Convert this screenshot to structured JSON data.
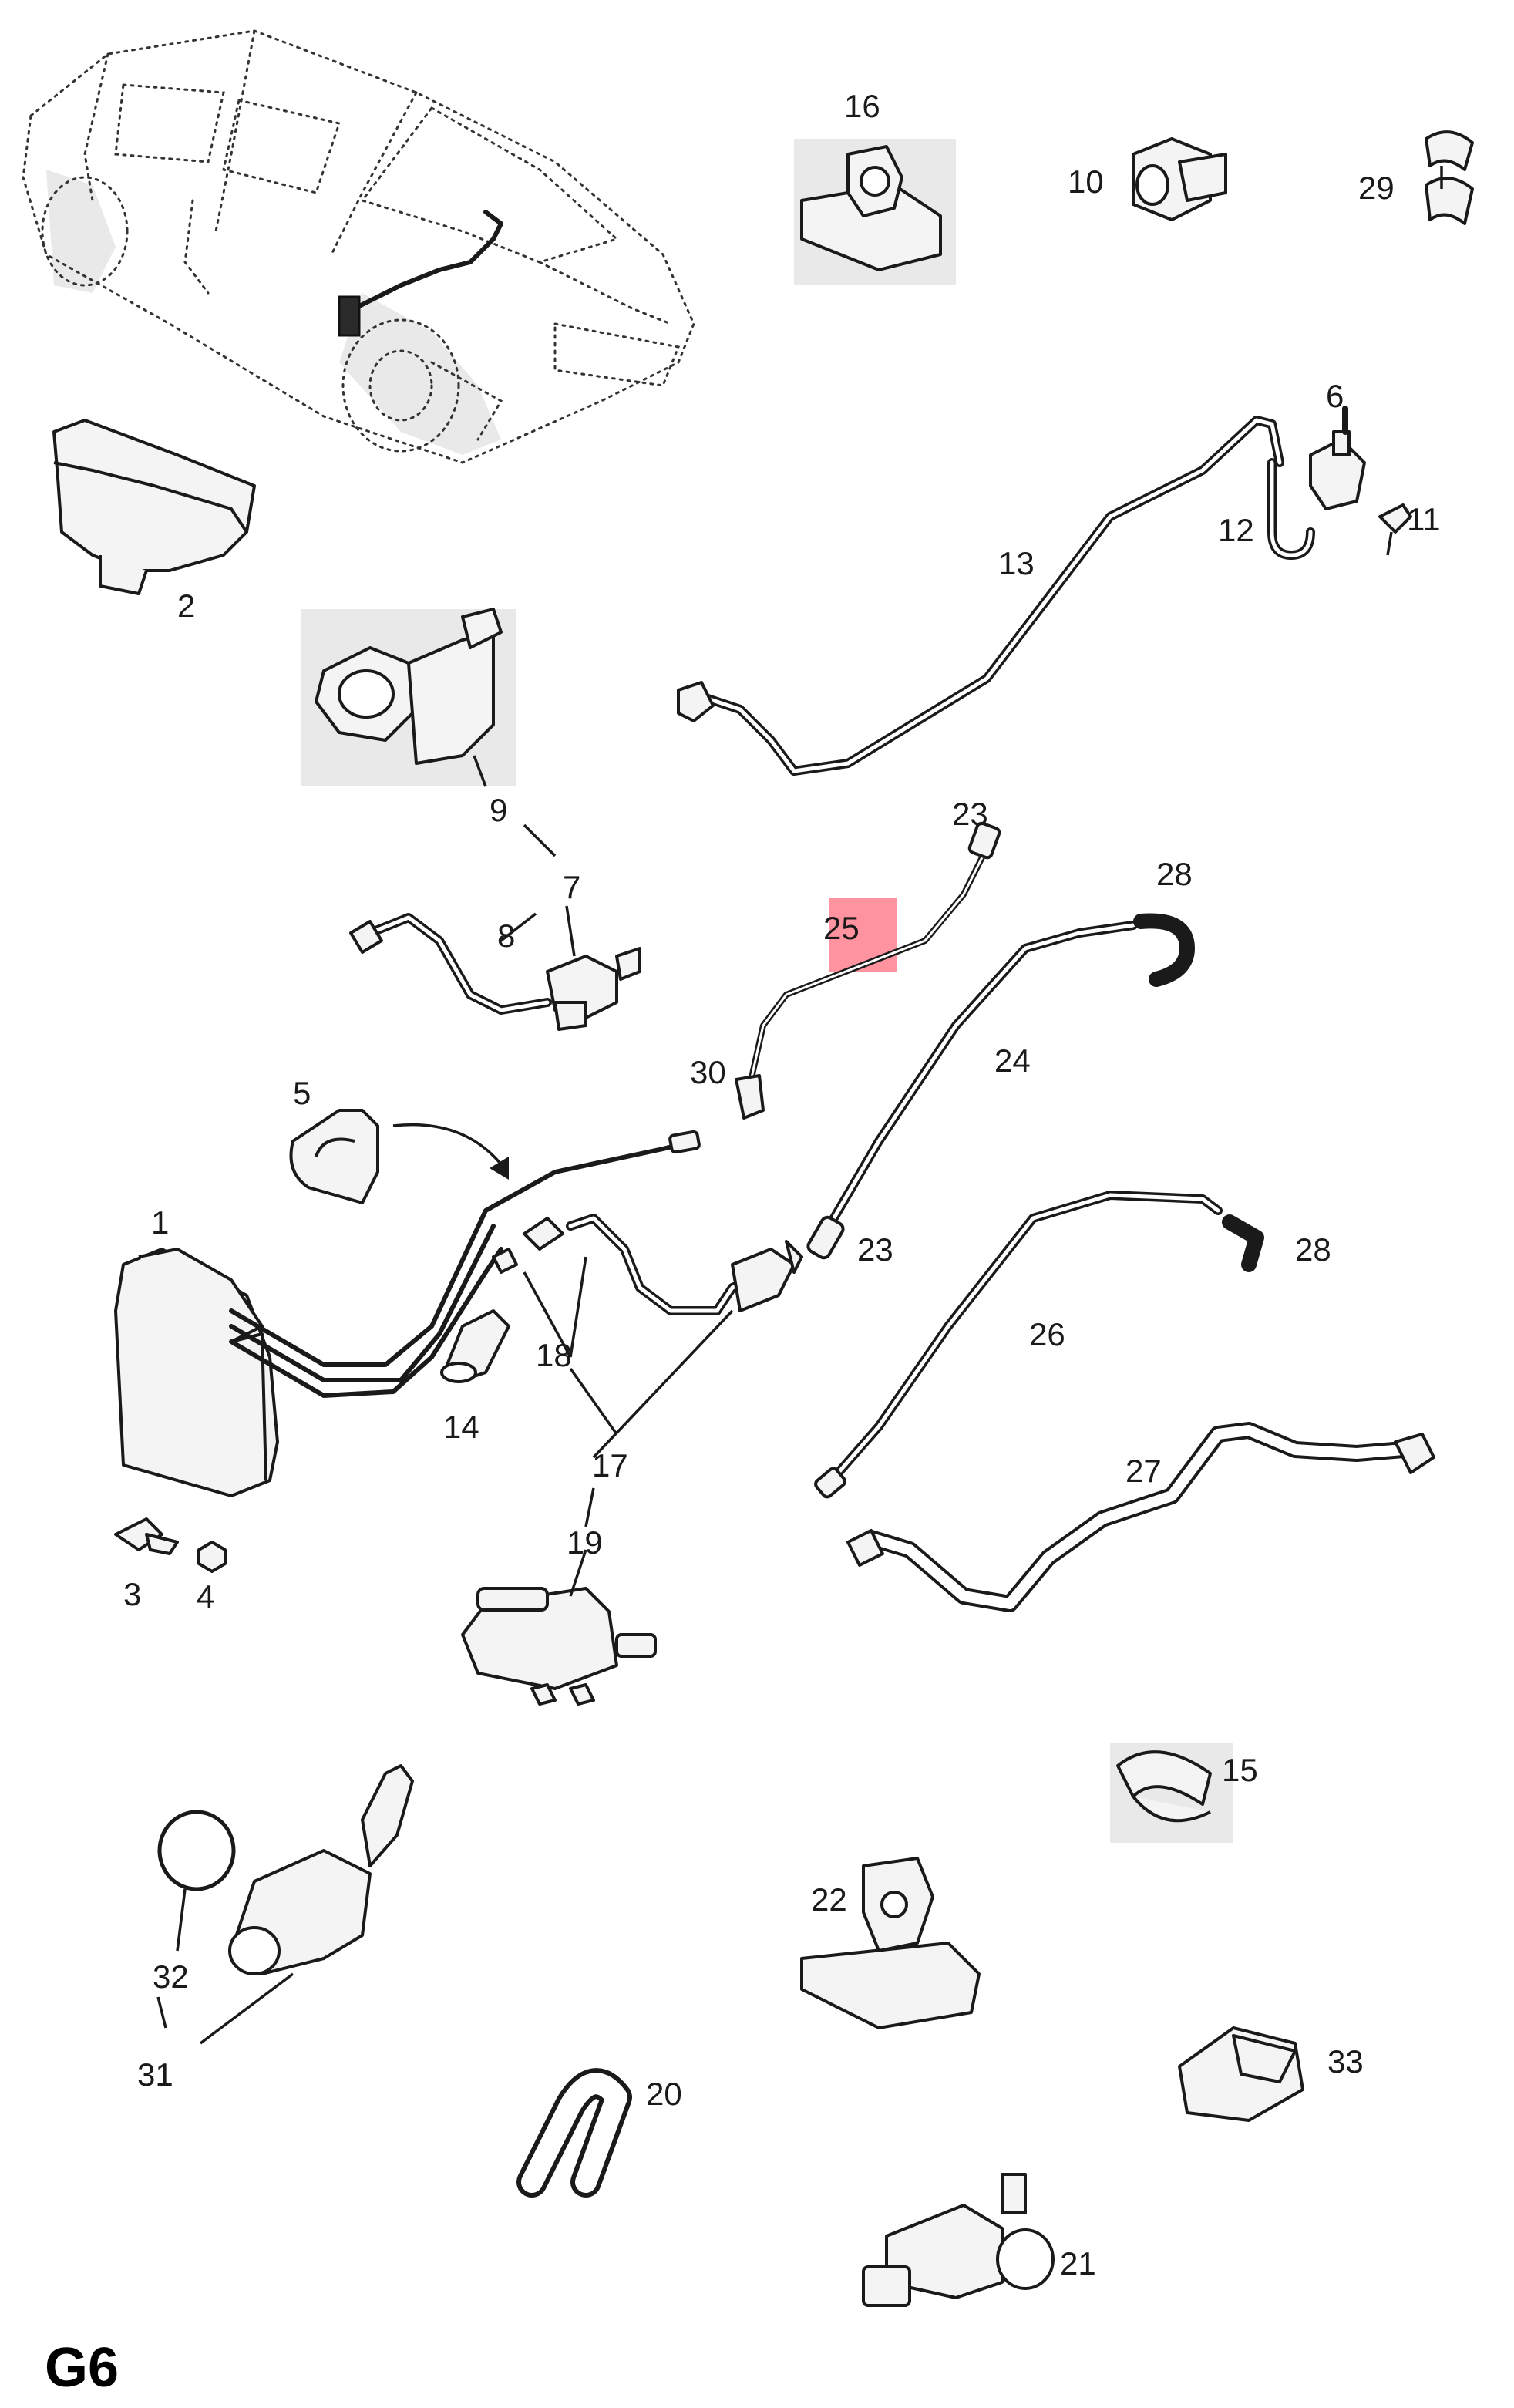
{
  "page_code": "G6",
  "labels": {
    "p1": "1",
    "p2": "2",
    "p3": "3",
    "p4": "4",
    "p5": "5",
    "p6": "6",
    "p7": "7",
    "p8": "8",
    "p9": "9",
    "p10": "10",
    "p11": "11",
    "p12": "12",
    "p13": "13",
    "p14": "14",
    "p15": "15",
    "p16": "16",
    "p17": "17",
    "p18": "18",
    "p19": "19",
    "p20": "20",
    "p21": "21",
    "p22": "22",
    "p23a": "23",
    "p23b": "23",
    "p24": "24",
    "p25": "25",
    "p26": "26",
    "p27": "27",
    "p28a": "28",
    "p28b": "28",
    "p29": "29",
    "p30": "30",
    "p31": "31",
    "p32": "32",
    "p33": "33"
  },
  "highlight": {
    "part": "25",
    "color": "#ff6f7f"
  }
}
